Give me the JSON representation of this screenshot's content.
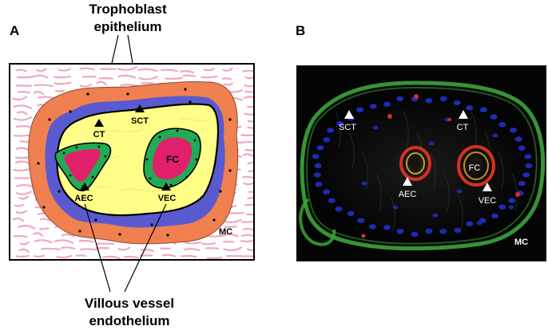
{
  "colors": {
    "stroma": "#ffff88",
    "syncytio": "#f08050",
    "cyto": "#5a5ad0",
    "vessel_endo": "#22aa55",
    "fetal_cap": "#e0206a",
    "mc_lines": "#f0a8c0",
    "fluor_bg": "#050505",
    "membrane_green": "#3aa53a",
    "nuclei_blue": "#2030c8",
    "marker_red": "#d83020"
  },
  "panel_a": {
    "letter": "A",
    "top_label_line1": "Trophoblast",
    "top_label_line2": "epithelium",
    "bottom_label_line1": "Villous vessel",
    "bottom_label_line2": "endothelium",
    "labels": {
      "ct": "CT",
      "sct": "SCT",
      "aec": "AEC",
      "vec": "VEC",
      "fc": "FC",
      "mc": "MC"
    }
  },
  "panel_b": {
    "letter": "B",
    "labels": {
      "sct": "SCT",
      "ct": "CT",
      "fc": "FC",
      "aec": "AEC",
      "vec": "VEC",
      "mc": "MC"
    }
  }
}
